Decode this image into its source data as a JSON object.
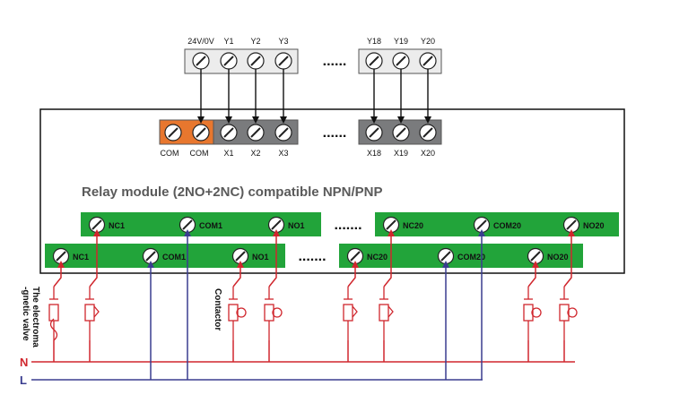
{
  "top_terminal": {
    "labels_left": [
      "24V/0V",
      "Y1",
      "Y2",
      "Y3"
    ],
    "labels_right": [
      "Y18",
      "Y19",
      "Y20"
    ],
    "ellipsis": "......"
  },
  "input_terminal": {
    "labels_left": [
      "COM",
      "COM",
      "X1",
      "X2",
      "X3"
    ],
    "labels_right": [
      "X18",
      "X19",
      "X20"
    ],
    "ellipsis": "......"
  },
  "module_title": "Relay module (2NO+2NC) compatible NPN/PNP",
  "relay_row_upper": {
    "left": [
      "NC1",
      "COM1",
      "NO1"
    ],
    "right": [
      "NC20",
      "COM20",
      "NO20"
    ],
    "ellipsis": "......."
  },
  "relay_row_lower": {
    "left": [
      "NC1",
      "COM1",
      "NO1"
    ],
    "right": [
      "NC20",
      "COM20",
      "NO20"
    ],
    "ellipsis": "......."
  },
  "side_labels": {
    "valve_line1": "The electroma",
    "valve_line2": "-gnetic valve",
    "contactor": "Contactor"
  },
  "power_lines": {
    "n": "N",
    "l": "L"
  },
  "colors": {
    "red": "#d0262d",
    "blue": "#3a3d8f",
    "green": "#22a43a",
    "grey": "#7a7b7d",
    "orange": "#e8772e"
  }
}
